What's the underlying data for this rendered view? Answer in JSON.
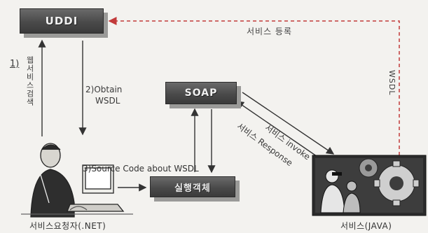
{
  "nodes": {
    "uddi": "UDDI",
    "soap": "SOAP",
    "execution_object": "실행객체"
  },
  "labels": {
    "service_register": "서비스 등록",
    "obtain_wsdl_line1": "2)Obtain",
    "obtain_wsdl_line2": "WSDL",
    "web_service_search_num": "1)",
    "web_service_search": "웹서비스검색",
    "wsdl": "WSDL",
    "service_invoke": "서비스 invoke",
    "service_response": "서비스 Response",
    "source_code": "3)Source Code about WSDL",
    "requester": "서비스요청자(.NET)",
    "service_provider": "서비스(JAVA)"
  },
  "icons": {
    "requester_illustration": "person-at-computer-icon",
    "service_illustration": "gears-and-people-icon"
  },
  "colors": {
    "dashed_arrow": "#c23a3a",
    "box_fill": "#4f4f4f",
    "line": "#333333"
  }
}
